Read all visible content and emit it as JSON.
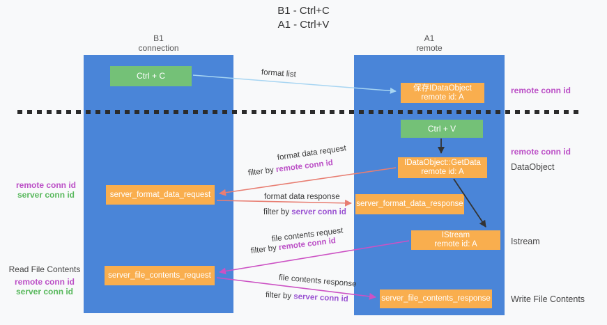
{
  "title": {
    "line1": "B1 - Ctrl+C",
    "line2": "A1 - Ctrl+V"
  },
  "columns": {
    "left": {
      "name": "B1",
      "subtitle": "connection"
    },
    "right": {
      "name": "A1",
      "subtitle": "remote"
    }
  },
  "nodes": {
    "ctrl_c": {
      "label": "Ctrl + C"
    },
    "saved_dataobject": {
      "line1": "保存IDataObject",
      "line2": "remote id: A"
    },
    "ctrl_v": {
      "label": "Ctrl + V"
    },
    "getdata": {
      "line1": "IDataObject::GetData",
      "line2": "remote id: A"
    },
    "istream": {
      "line1": "IStream",
      "line2": "remote id: A"
    },
    "server_format_data_request": {
      "label": "server_format_data_request"
    },
    "server_format_data_response": {
      "label": "server_format_data_response"
    },
    "server_file_contents_request": {
      "label": "server_file_contents_request"
    },
    "server_file_contents_response": {
      "label": "server_file_contents_response"
    }
  },
  "arrow_labels": {
    "format_list": "format list",
    "format_data_request": "format data request",
    "format_data_response": "format data response",
    "file_contents_request": "file contents request",
    "file_contents_response": "file contents response",
    "filter_by": "filter by",
    "remote_conn_id": "remote conn id",
    "server_conn_id": "server conn id"
  },
  "margin_labels": {
    "remote_conn_id": "remote conn id",
    "server_conn_id": "server conn id",
    "dataobject": "DataObject",
    "istream": "Istream",
    "read_file_contents": "Read File Contents",
    "write_file_contents": "Write File Contents"
  },
  "colors": {
    "background": "#f8f9fa",
    "column_blue": "#4a85d8",
    "box_green": "#74c177",
    "box_orange": "#f9ae4e",
    "arrow_lightblue": "#a7d5f2",
    "arrow_salmon": "#e87e72",
    "arrow_magenta": "#cc52c4",
    "arrow_black": "#333333",
    "text_dark": "#3b3b3b",
    "conn_id_magenta": "#bb4fc6",
    "conn_id_purple": "#9a53d2",
    "conn_id_green": "#58b85c",
    "dash_black": "#2b2b2b"
  }
}
